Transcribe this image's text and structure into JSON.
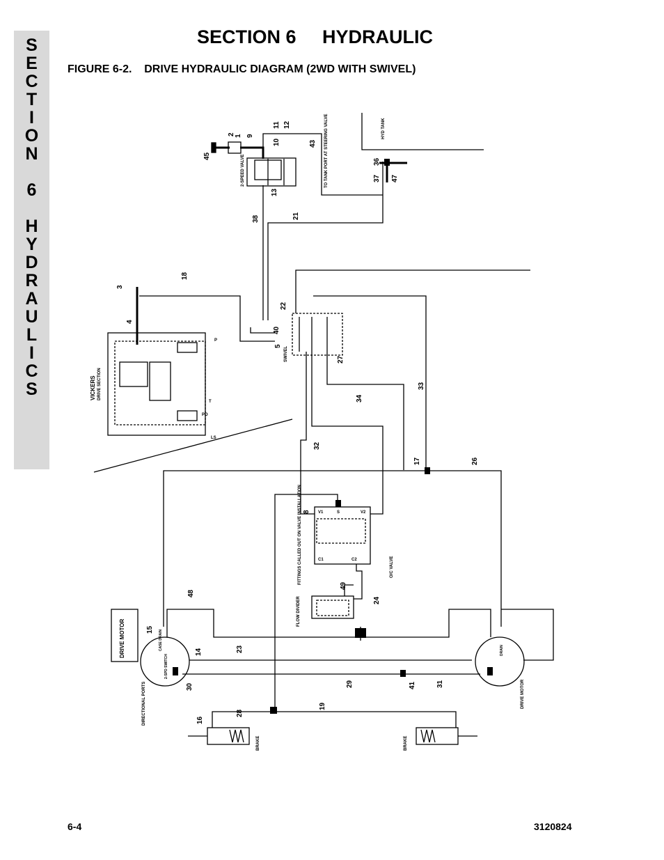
{
  "side_tab": {
    "letters": [
      "S",
      "E",
      "C",
      "T",
      "I",
      "O",
      "N",
      "",
      "6",
      "",
      "H",
      "Y",
      "D",
      "R",
      "A",
      "U",
      "L",
      "I",
      "C",
      "S"
    ]
  },
  "header": {
    "section_title": "SECTION 6     HYDRAULIC",
    "figure_title": "FIGURE 6-2.    DRIVE HYDRAULIC DIAGRAM (2WD WITH SWIVEL)"
  },
  "diagram": {
    "labels": {
      "two_speed_valve": "2-SPEED VALVE",
      "hyd_tank": "HYD TANK",
      "to_tank_port": "TO TANK PORT AT STEERING VALVE",
      "vickers": "VICKERS",
      "drive_section": "DRIVE SECTION",
      "swivel": "SWIVEL",
      "oc_valve": "O/C VALVE",
      "flow_divider": "FLOW DIVIDER",
      "fittings_note": "FITTINGS CALLED OUT ON VALVE INSTALLATION",
      "drive_motor_left": "DRIVE MOTOR",
      "drive_motor_right": "DRIVE MOTOR",
      "directional_ports": "DIRECTIONAL PORTS",
      "brake_left": "BRAKE",
      "brake_right": "BRAKE",
      "case_drain": "CASE DRAIN",
      "drain": "DRAIN",
      "two_speed_switch": "2-SPD SWITCH",
      "port_p": "P",
      "port_t": "T",
      "port_po": "PO",
      "port_ls": "LS",
      "port_v1": "V1",
      "port_v2": "V2",
      "port_c1": "C1",
      "port_c2": "C2",
      "port_s": "S"
    },
    "callouts": [
      "1",
      "2",
      "3",
      "4",
      "5",
      "8",
      "9",
      "10",
      "11",
      "12",
      "13",
      "14",
      "15",
      "16",
      "17",
      "18",
      "19",
      "21",
      "22",
      "23",
      "24",
      "26",
      "27",
      "28",
      "29",
      "30",
      "31",
      "32",
      "33",
      "34",
      "36",
      "37",
      "38",
      "40",
      "41",
      "43",
      "45",
      "47",
      "48",
      "49"
    ]
  },
  "footer": {
    "page_number": "6-4",
    "doc_number": "3120824"
  }
}
